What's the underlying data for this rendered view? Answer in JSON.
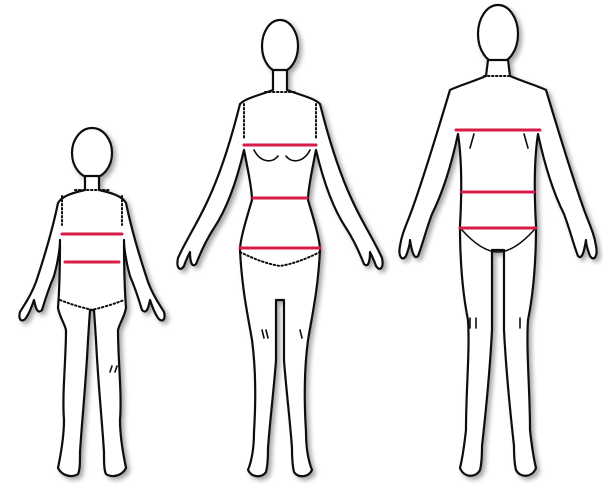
{
  "figures": [
    {
      "id": "child",
      "label": "",
      "measurements": [
        "chest",
        "waist"
      ]
    },
    {
      "id": "woman",
      "label": "",
      "measurements": [
        "bust",
        "waist",
        "hips"
      ]
    },
    {
      "id": "man",
      "label": "",
      "measurements": [
        "chest",
        "waist",
        "hips"
      ]
    }
  ],
  "colors": {
    "background": "#ffffff",
    "outline": "#111111",
    "measurement_line": "#d81b47",
    "shadow": "#bdbdbd"
  }
}
